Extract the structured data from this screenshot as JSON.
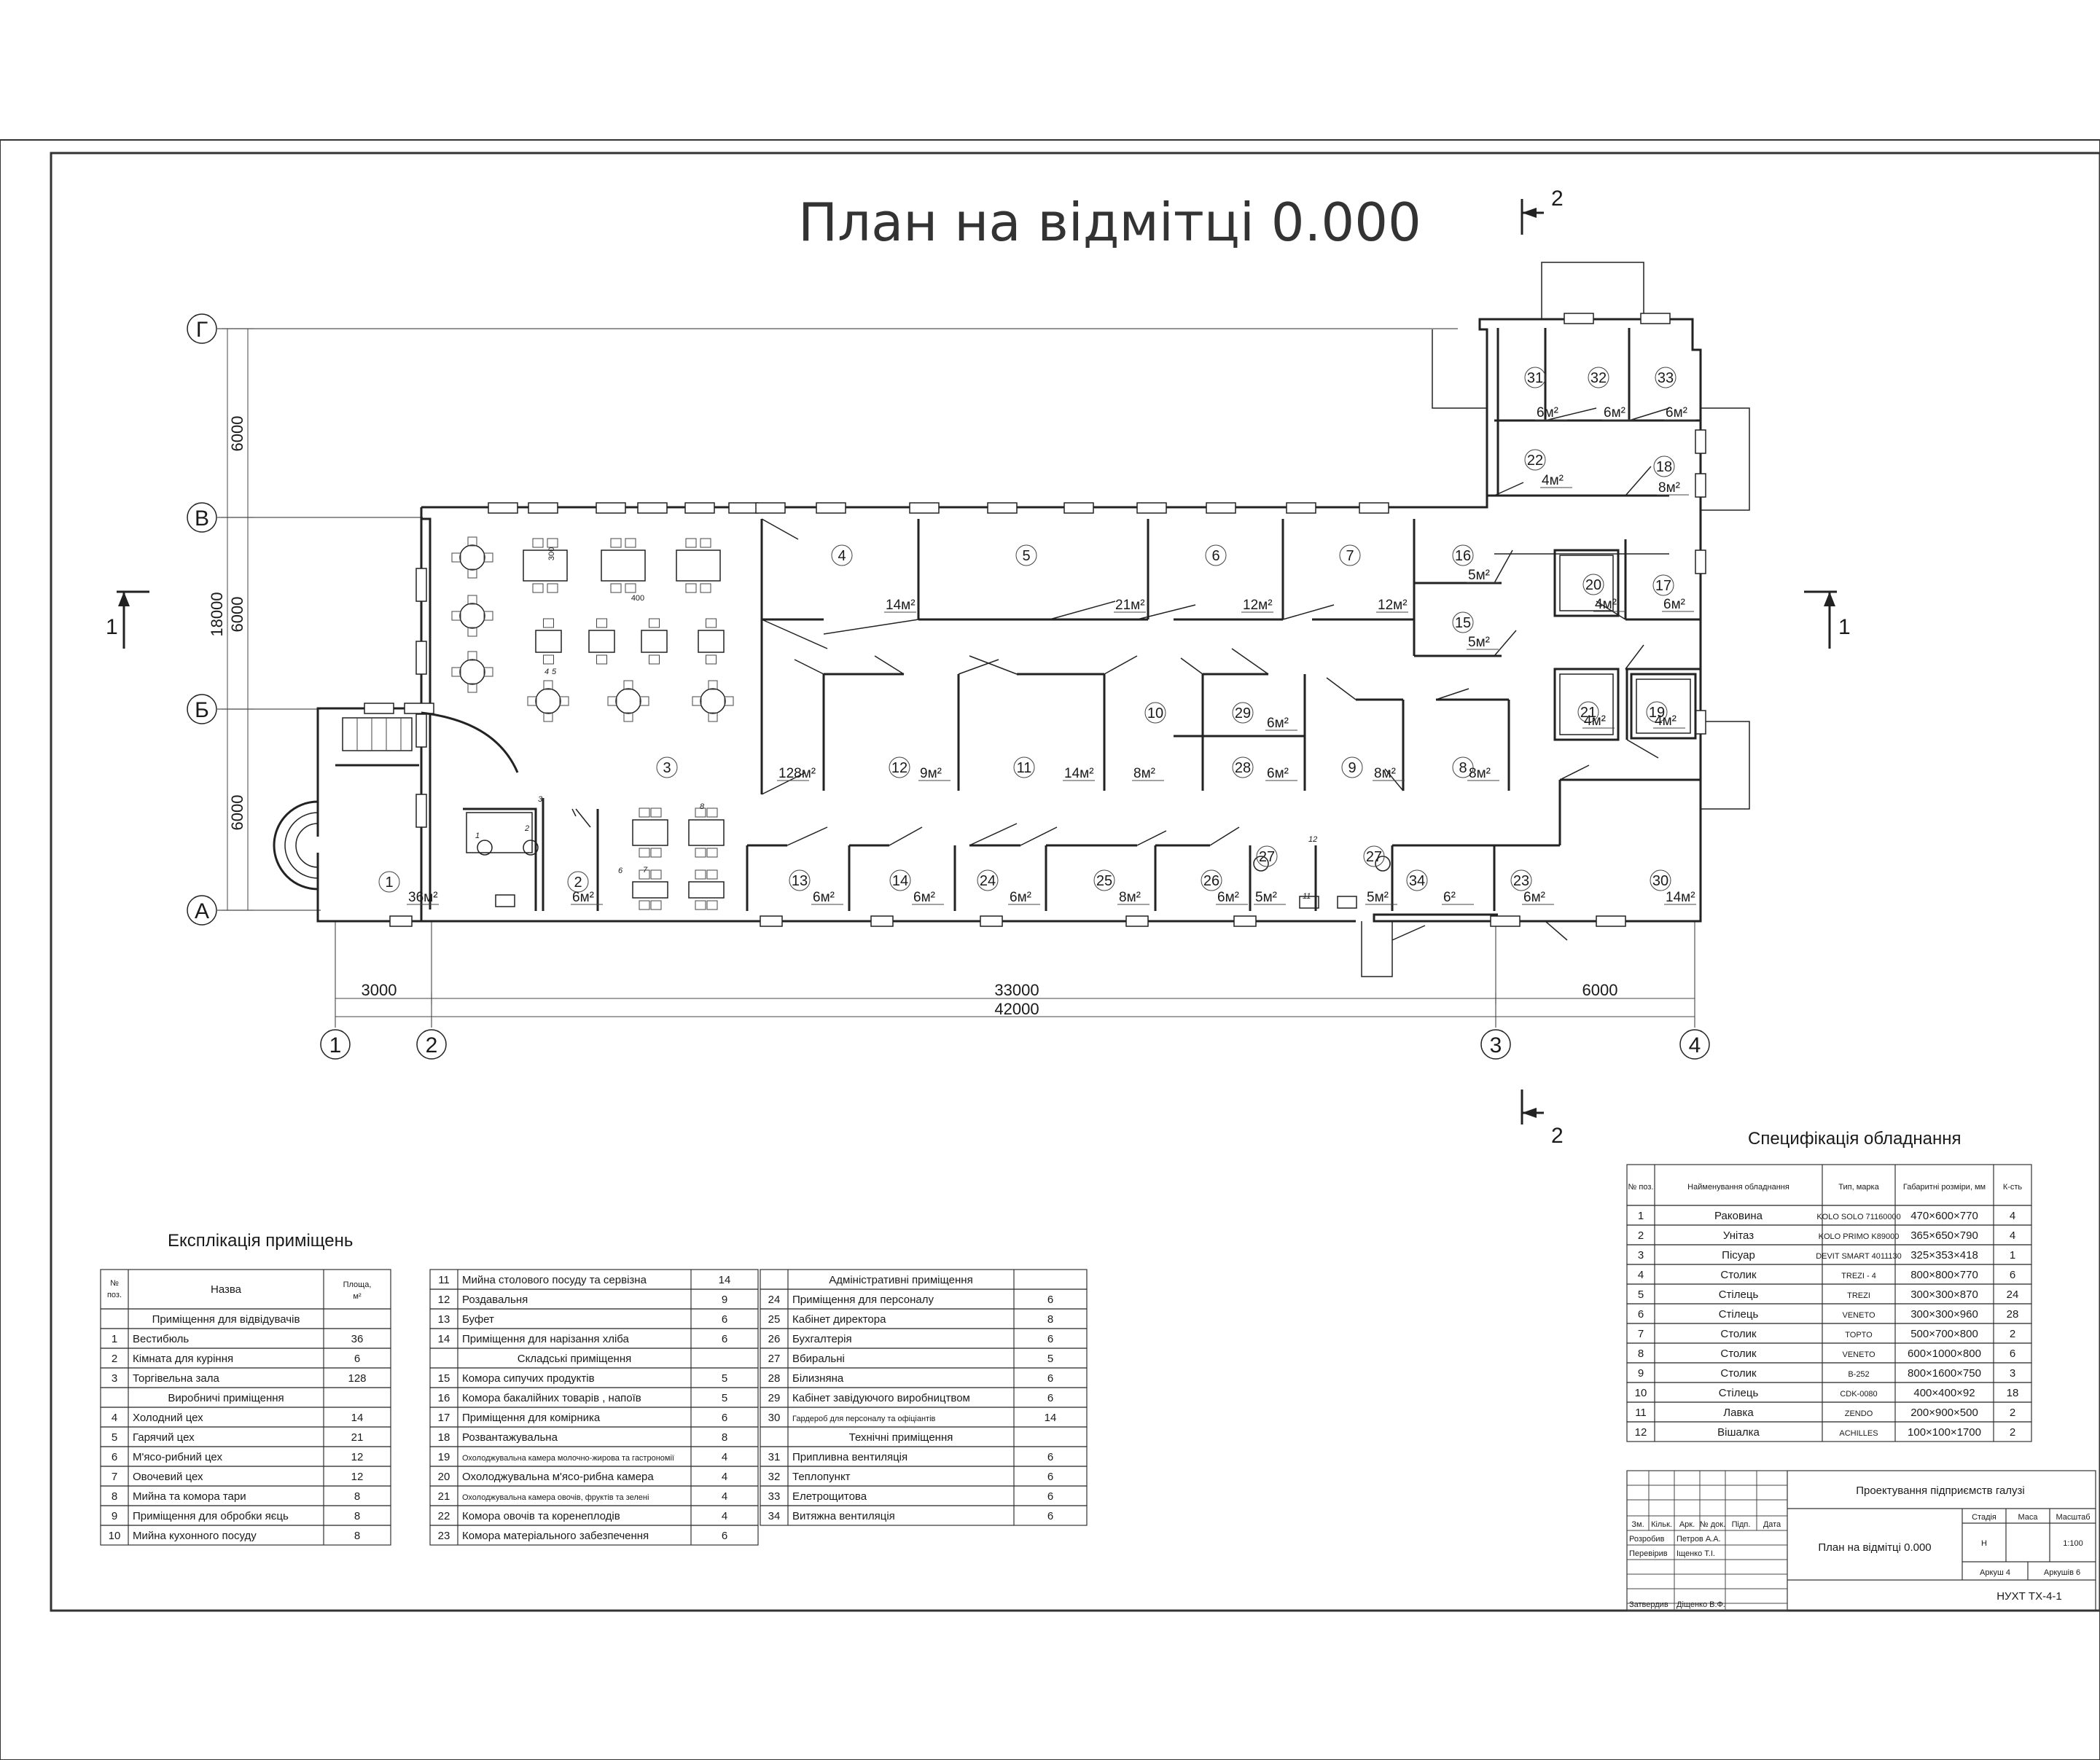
{
  "title": "План на відмітці 0.000",
  "section_marks": {
    "horizontal": "1",
    "vertical": "2"
  },
  "axes": {
    "letters": [
      "Г",
      "В",
      "Б",
      "А"
    ],
    "numbers": [
      "1",
      "2",
      "3",
      "4"
    ]
  },
  "dimensions": {
    "vertical": [
      "6000",
      "6000",
      "6000"
    ],
    "vertical_total": "18000",
    "horizontal": [
      "3000",
      "33000",
      "6000"
    ],
    "horizontal_total": "42000",
    "furniture": [
      "300",
      "400"
    ]
  },
  "rooms": [
    {
      "no": "1",
      "area": "36м²"
    },
    {
      "no": "2",
      "area": "6м²"
    },
    {
      "no": "3",
      "area": "128м²"
    },
    {
      "no": "4",
      "area": "14м²"
    },
    {
      "no": "5",
      "area": "21м²"
    },
    {
      "no": "6",
      "area": "12м²"
    },
    {
      "no": "7",
      "area": "12м²"
    },
    {
      "no": "8",
      "area": "8м²"
    },
    {
      "no": "9",
      "area": "8м²"
    },
    {
      "no": "10",
      "area": "8м²"
    },
    {
      "no": "11",
      "area": "14м²"
    },
    {
      "no": "12",
      "area": "9м²"
    },
    {
      "no": "13",
      "area": "6м²"
    },
    {
      "no": "14",
      "area": "6м²"
    },
    {
      "no": "15",
      "area": "5м²"
    },
    {
      "no": "16",
      "area": "5м²"
    },
    {
      "no": "17",
      "area": "6м²"
    },
    {
      "no": "18",
      "area": "8м²"
    },
    {
      "no": "19",
      "area": "4м²"
    },
    {
      "no": "20",
      "area": "4м²"
    },
    {
      "no": "21",
      "area": "4м²"
    },
    {
      "no": "22",
      "area": "4м²"
    },
    {
      "no": "23",
      "area": "6м²"
    },
    {
      "no": "24",
      "area": "6м²"
    },
    {
      "no": "25",
      "area": "8м²"
    },
    {
      "no": "26",
      "area": "6м²"
    },
    {
      "no": "27",
      "area": "5м²"
    },
    {
      "no": "27b",
      "label": "27",
      "area": "5м²"
    },
    {
      "no": "28",
      "area": "6м²"
    },
    {
      "no": "29",
      "area": "6м²"
    },
    {
      "no": "30",
      "area": "14м²"
    },
    {
      "no": "31",
      "area": "6м²"
    },
    {
      "no": "32",
      "area": "6м²"
    },
    {
      "no": "33",
      "area": "6м²"
    },
    {
      "no": "34",
      "area": "6²"
    }
  ],
  "equipment_marks": [
    "1",
    "2",
    "3",
    "4",
    "5",
    "6",
    "7",
    "8",
    "11",
    "12"
  ],
  "explication": {
    "title": "Експлікація приміщень",
    "headers": [
      "№ поз.",
      "Назва",
      "Площа, м²"
    ],
    "col1": [
      {
        "type": "group",
        "name": "Приміщення для відвідувачів"
      },
      {
        "no": "1",
        "name": "Вестибюль",
        "area": "36"
      },
      {
        "no": "2",
        "name": "Кімната для куріння",
        "area": "6"
      },
      {
        "no": "3",
        "name": "Торгівельна зала",
        "area": "128"
      },
      {
        "type": "group",
        "name": "Виробничі приміщення"
      },
      {
        "no": "4",
        "name": "Холодний цех",
        "area": "14"
      },
      {
        "no": "5",
        "name": "Гарячий цех",
        "area": "21"
      },
      {
        "no": "6",
        "name": "М'ясо-рибний цех",
        "area": "12"
      },
      {
        "no": "7",
        "name": "Овочевий цех",
        "area": "12"
      },
      {
        "no": "8",
        "name": "Мийна та комора тари",
        "area": "8"
      },
      {
        "no": "9",
        "name": "Приміщення для обробки яєць",
        "area": "8"
      },
      {
        "no": "10",
        "name": "Мийна кухонного посуду",
        "area": "8"
      }
    ],
    "col2": [
      {
        "no": "11",
        "name": "Мийна столового посуду та сервізна",
        "area": "14"
      },
      {
        "no": "12",
        "name": "Роздавальня",
        "area": "9"
      },
      {
        "no": "13",
        "name": "Буфет",
        "area": "6"
      },
      {
        "no": "14",
        "name": "Приміщення для нарізання хліба",
        "area": "6"
      },
      {
        "type": "group",
        "name": "Складські приміщення"
      },
      {
        "no": "15",
        "name": "Комора сипучих продуктів",
        "area": "5"
      },
      {
        "no": "16",
        "name": "Комора бакалійних товарів , напоїв",
        "area": "5"
      },
      {
        "no": "17",
        "name": "Приміщення для комірника",
        "area": "6"
      },
      {
        "no": "18",
        "name": "Розвантажувальна",
        "area": "8"
      },
      {
        "no": "19",
        "name": "Охолоджувальна камера молочно-жирова та гастрономії",
        "area": "4"
      },
      {
        "no": "20",
        "name": "Охолоджувальна м'ясо-рибна камера",
        "area": "4"
      },
      {
        "no": "21",
        "name": "Охолоджувальна камера овочів, фруктів та зелені",
        "area": "4"
      },
      {
        "no": "22",
        "name": "Комора овочів та коренеплодів",
        "area": "4"
      },
      {
        "no": "23",
        "name": "Комора матеріального забезпечення",
        "area": "6"
      }
    ],
    "col3": [
      {
        "type": "group",
        "name": "Адміністративні приміщення"
      },
      {
        "no": "24",
        "name": "Приміщення для персоналу",
        "area": "6"
      },
      {
        "no": "25",
        "name": "Кабінет директора",
        "area": "8"
      },
      {
        "no": "26",
        "name": "Бухгалтерія",
        "area": "6"
      },
      {
        "no": "27",
        "name": "Вбиральні",
        "area": "5"
      },
      {
        "no": "28",
        "name": "Білизняна",
        "area": "6"
      },
      {
        "no": "29",
        "name": "Кабінет завідуючого виробництвом",
        "area": "6"
      },
      {
        "no": "30",
        "name": "Гардероб для персоналу та офіціантів",
        "area": "14"
      },
      {
        "type": "group",
        "name": "Технічні приміщення"
      },
      {
        "no": "31",
        "name": "Припливна вентиляція",
        "area": "6"
      },
      {
        "no": "32",
        "name": "Теплопункт",
        "area": "6"
      },
      {
        "no": "33",
        "name": "Елетрощитова",
        "area": "6"
      },
      {
        "no": "34",
        "name": "Витяжна вентиляція",
        "area": "6"
      }
    ]
  },
  "specification": {
    "title": "Специфікація обладнання",
    "headers": [
      "№ поз.",
      "Найменування обладнання",
      "Тип, марка",
      "Габаритні розміри, мм",
      "К-сть"
    ],
    "rows": [
      [
        "1",
        "Раковина",
        "KOLO SOLO 71160000",
        "470×600×770",
        "4"
      ],
      [
        "2",
        "Унітаз",
        "KOLO PRIMO K89000",
        "365×650×790",
        "4"
      ],
      [
        "3",
        "Пісуар",
        "DEVIT SMART 4011130",
        "325×353×418",
        "1"
      ],
      [
        "4",
        "Столик",
        "TREZI - 4",
        "800×800×770",
        "6"
      ],
      [
        "5",
        "Стілець",
        "TREZI",
        "300×300×870",
        "24"
      ],
      [
        "6",
        "Стілець",
        "VENETO",
        "300×300×960",
        "28"
      ],
      [
        "7",
        "Столик",
        "TOPTO",
        "500×700×800",
        "2"
      ],
      [
        "8",
        "Столик",
        "VENETO",
        "600×1000×800",
        "6"
      ],
      [
        "9",
        "Столик",
        "B-252",
        "800×1600×750",
        "3"
      ],
      [
        "10",
        "Стілець",
        "CDK-0080",
        "400×400×92",
        "18"
      ],
      [
        "11",
        "Лавка",
        "ZENDO",
        "200×900×500",
        "2"
      ],
      [
        "12",
        "Вішалка",
        "ACHILLES",
        "100×100×1700",
        "2"
      ]
    ]
  },
  "stamp": {
    "project": "Проектування підприємств галузі",
    "sheet_title": "План на відмітці 0.000",
    "headers": [
      "Зм.",
      "Кільк.",
      "Арк.",
      "№ док.",
      "Підп.",
      "Дата"
    ],
    "roles": [
      {
        "role": "Розробив",
        "name": "Петров А.А."
      },
      {
        "role": "Перевірив",
        "name": "Іщенко Т.І."
      },
      {
        "role": "Затвердив",
        "name": "Діщенко В.Ф."
      }
    ],
    "stage_label": "Стадія",
    "mass_label": "Маса",
    "scale_label": "Масштаб",
    "stage": "Н",
    "scale": "1:100",
    "sheet": "Аркуш 4",
    "sheets": "Аркушів 6",
    "code": "НУХТ ТХ-4-1"
  }
}
